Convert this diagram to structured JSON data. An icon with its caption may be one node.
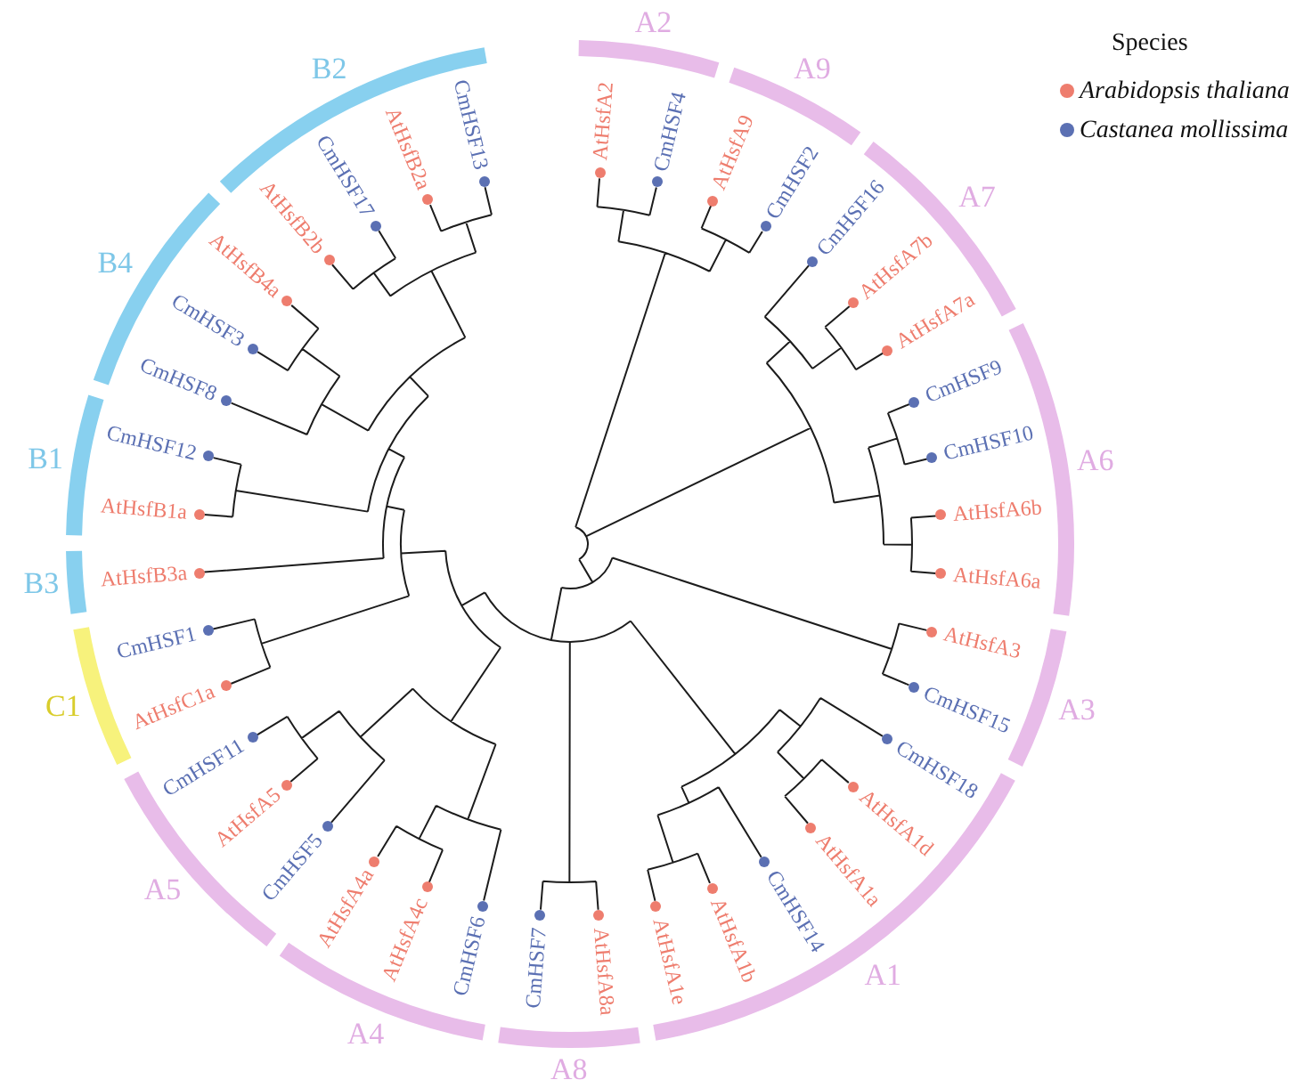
{
  "diagram": {
    "nodes": [
      {
        "text": [
          "A2"
        ]
      },
      {
        "text": [
          "A9"
        ]
      },
      {
        "text": [
          "A7"
        ]
      },
      {
        "text": [
          "A6"
        ]
      },
      {
        "text": [
          "A3"
        ]
      },
      {
        "text": [
          "A1"
        ]
      },
      {
        "text": [
          "A8"
        ]
      },
      {
        "text": [
          "A4"
        ]
      },
      {
        "text": [
          "A5"
        ]
      },
      {
        "text": [
          "C1"
        ]
      },
      {
        "text": [
          "B3"
        ]
      },
      {
        "text": [
          "B1"
        ]
      },
      {
        "text": [
          "B4"
        ]
      },
      {
        "text": [
          "B2"
        ]
      }
    ],
    "labels": [
      "AtHsfA2",
      "CmHSF4",
      "AtHsfA9",
      "CmHSF2",
      "CmHSF16",
      "AtHsfA7b",
      "AtHsfA7a",
      "CmHSF9",
      "CmHSF10",
      "AtHsfA6b",
      "AtHsfA6a",
      "AtHsfA3",
      "CmHSF15",
      "CmHSF18",
      "AtHsfA1d",
      "AtHsfA1a",
      "CmHSF14",
      "AtHsfA1b",
      "AtHsfA1e",
      "AtHsfA8a",
      "CmHSF7",
      "CmHSF6",
      "AtHsfA4c",
      "AtHsfA4a",
      "CmHSF5",
      "AtHsfA5",
      "CmHSF11",
      "AtHsfC1a",
      "CmHSF1",
      "AtHsfB3a",
      "AtHsfB1a",
      "CmHSF12",
      "CmHSF8",
      "CmHSF3",
      "AtHsfB4a",
      "AtHsfB2b",
      "CmHSF17",
      "AtHsfB2a",
      "CmHSF13",
      "Species"
    ],
    "legend": [
      {
        "text": "Arabidopsis thaliana",
        "color": "#ee7d6e"
      },
      {
        "text": "Castanea mollissima",
        "color": "#5b70b3"
      }
    ]
  }
}
